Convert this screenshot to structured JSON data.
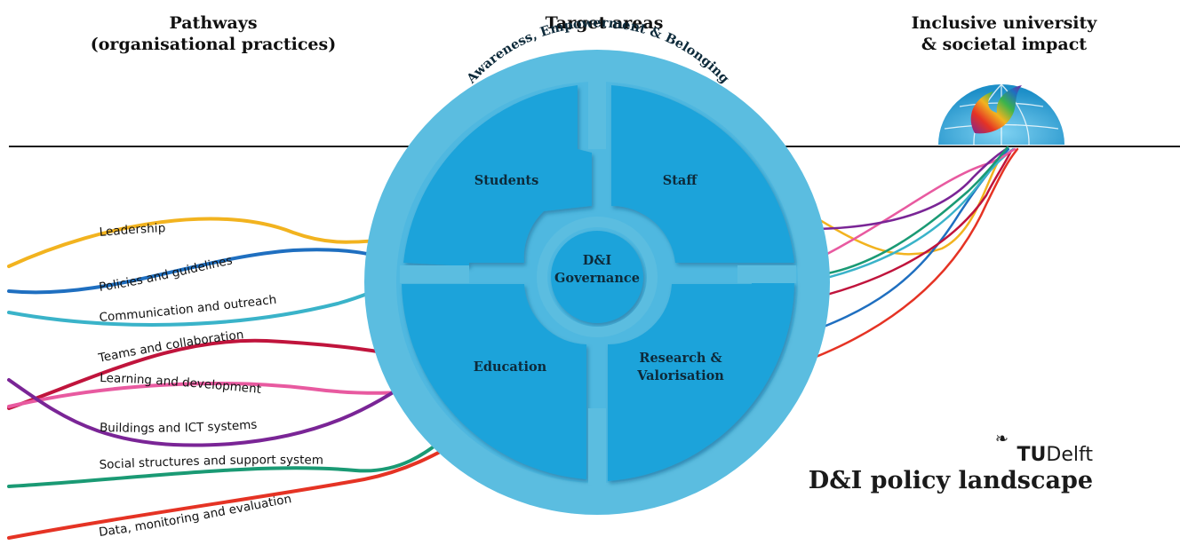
{
  "headers": {
    "pathways_line1": "Pathways",
    "pathways_line2": "(organisational practices)",
    "target": "Target areas",
    "impact_line1": "Inclusive university",
    "impact_line2": "& societal impact"
  },
  "ring_text": "Awareness, Empowerment & Belonging",
  "quadrants": {
    "students": "Students",
    "staff": "Staff",
    "education": "Education",
    "research_line1": "Research &",
    "research_line2": "Valorisation"
  },
  "center": {
    "line1": "D&I",
    "line2": "Governance"
  },
  "pathways": [
    {
      "label": "Leadership",
      "color": "#f2b31f"
    },
    {
      "label": "Policies and guidelines",
      "color": "#1f6fc0"
    },
    {
      "label": "Communication and outreach",
      "color": "#3ab3c9"
    },
    {
      "label": "Teams and collaboration",
      "color": "#c0143c"
    },
    {
      "label": "Learning and development",
      "color": "#e85aa0"
    },
    {
      "label": "Buildings and ICT systems",
      "color": "#7a2596"
    },
    {
      "label": "Social structures and support system",
      "color": "#1a9a74"
    },
    {
      "label": "Data, monitoring and evaluation",
      "color": "#e53324"
    }
  ],
  "colors": {
    "outer_ring": "#5bbde0",
    "quadrant": "#1ea3da",
    "quadrant_edge": "#1484b9",
    "globe": "#2aa7dd"
  },
  "logo": {
    "tu": "TU",
    "delft": "Delft",
    "title": "D&I policy landscape"
  }
}
